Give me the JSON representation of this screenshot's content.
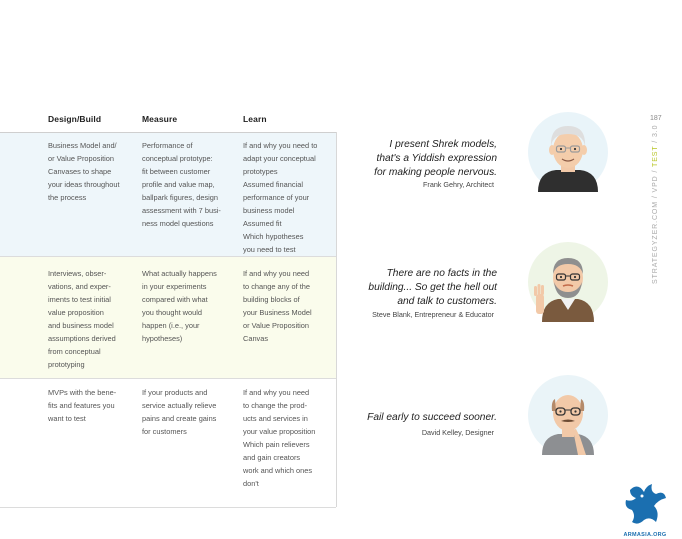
{
  "headers": {
    "design": "Design/Build",
    "measure": "Measure",
    "learn": "Learn"
  },
  "rows": [
    {
      "design": "Business Model and/\nor Value Proposition\nCanvases to shape\nyour ideas throughout\nthe process",
      "measure": "Performance of\nconceptual prototype:\nfit between customer\nprofile and value map,\nballpark figures, design\nassessment with 7 busi-\nness model questions",
      "learn": "If and why you need to\nadapt your conceptual\nprototypes\nAssumed financial\nperformance of your\nbusiness model\nAssumed fit\nWhich hypotheses\nyou need to test"
    },
    {
      "design": "Interviews, obser-\nvations, and exper-\niments to test initial\nvalue proposition\nand business model\nassumptions derived\nfrom conceptual\nprototyping",
      "measure": "What actually happens\nin your experiments\ncompared with what\nyou thought would\nhappen (i.e., your\nhypotheses)",
      "learn": "If and why you need\nto change any of the\nbuilding blocks of\nyour Business Model\nor Value Proposition\nCanvas"
    },
    {
      "design": "MVPs with the bene-\nfits and features you\nwant to test",
      "measure": "If your products and\nservice actually relieve\npains and create gains\nfor customers",
      "learn": "If and why you need\nto change the prod-\nucts and services in\nyour value proposition\nWhich pain relievers\nand gain creators\nwork and which ones\ndon't"
    }
  ],
  "quotes": [
    {
      "text": "I present Shrek models,\nthat's a Yiddish expression\nfor making people nervous.",
      "author": "Frank Gehry, Architect"
    },
    {
      "text": "There are no facts in the\nbuilding... So get the hell out\nand talk to customers.",
      "author": "Steve Blank, Entrepreneur & Educator"
    },
    {
      "text": "Fail early to succeed sooner.",
      "author": "David Kelley, Designer"
    }
  ],
  "page_number": "187",
  "side_label": {
    "part1": "STRATEGYZER.COM / VPD / ",
    "highlight": "TEST",
    "part2": " / 3.0"
  },
  "logo_text": "ARMASIA.ORG",
  "colors": {
    "band1": "#eef6fa",
    "band2": "#fafcec",
    "accent": "#b9c62a",
    "logo": "#1b6fb0"
  },
  "icons": [
    "avatar-frank-gehry-icon",
    "avatar-steve-blank-icon",
    "avatar-david-kelley-icon",
    "dragon-logo-icon"
  ]
}
